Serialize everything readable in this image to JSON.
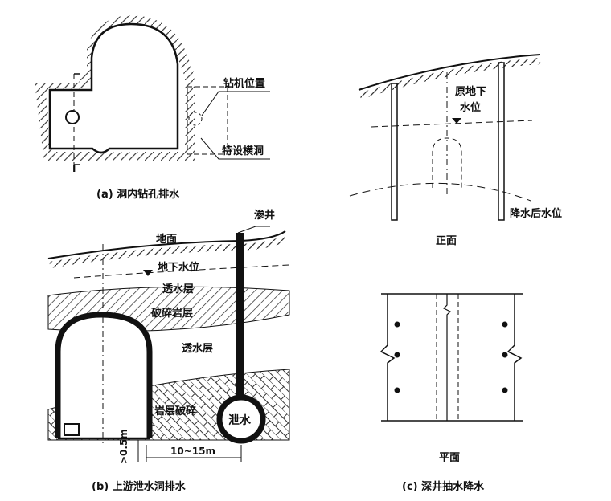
{
  "panel_a": {
    "caption": "(a) 洞内钻孔排水",
    "drill_position_label": "钻机位置",
    "special_cross_tunnel_label": "特设横洞",
    "section_mark": "I"
  },
  "panel_b": {
    "caption": "(b) 上游泄水洞排水",
    "seepage_well_label": "渗井",
    "ground_label": "地面",
    "groundwater_level_label": "地下水位",
    "permeable_layer_upper_label": "透水层",
    "broken_rock_layer_label": "破碎岩层",
    "permeable_layer_lower_label": "透水层",
    "fractured_rock_label": "岩层破碎",
    "drain_tunnel_label": "泄水",
    "vertical_dim_label": ">0.5m",
    "horizontal_dim_label": "10~15m"
  },
  "panel_c": {
    "caption": "(c) 深井抽水降水",
    "front_title": "正面",
    "plan_title": "平面",
    "original_water_level_label_1": "原地下",
    "original_water_level_label_2": "水位",
    "lowered_water_level_label": "降水后水位"
  }
}
